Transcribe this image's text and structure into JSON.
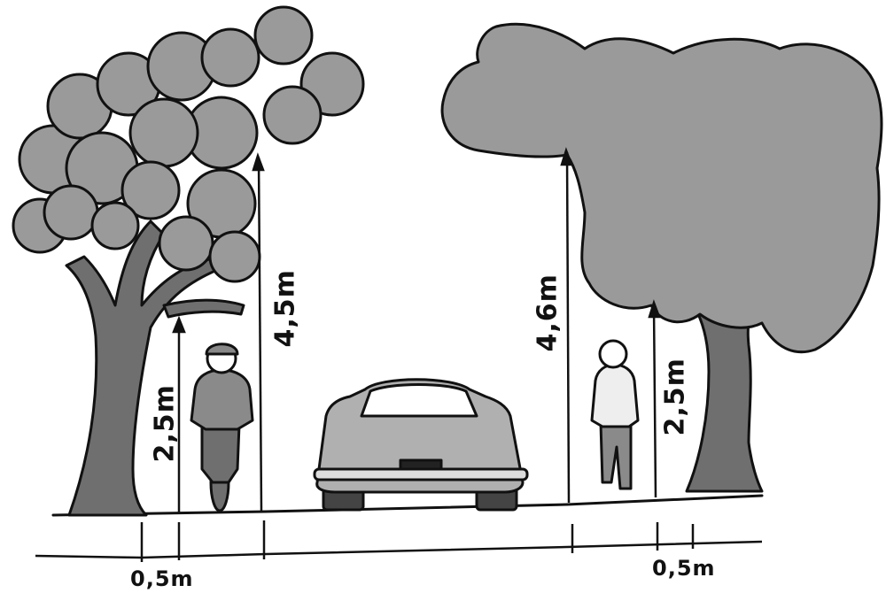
{
  "labels": {
    "left_bike_clearance": "2,5m",
    "left_tree_clearance": "4,5m",
    "right_tree_clearance": "4,6m",
    "right_ped_clearance": "2,5m",
    "left_offset": "0,5m",
    "right_offset": "0,5m"
  },
  "colors": {
    "ink": "#111111",
    "foliage": "#9a9a9a",
    "trunk": "#6f6f6f",
    "car": "#b0b0b0",
    "clothing": "#8a8a8a"
  }
}
